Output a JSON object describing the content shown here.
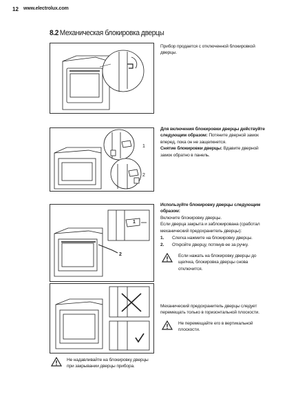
{
  "header": {
    "page_number": "12",
    "website": "www.electrolux.com"
  },
  "section": {
    "number": "8.2",
    "title": "Механическая блокировка дверцы"
  },
  "block1": {
    "text": "Прибор продается с отключенной блокировкой дверцы."
  },
  "block2": {
    "enable_label": "Для включения блокировки дверцы действуйте следующим образом:",
    "enable_text": "Потяните дверной замок вперед, пока он не защелкнется.",
    "disable_label": "Снятие блокировки дверцы:",
    "disable_text": "Вдавите дверной замок обратно в панель."
  },
  "block3": {
    "heading": "Используйте блокировку дверцы следующим образом:",
    "line1": "Включите блокировку дверцы.",
    "line2": "Если дверца закрыта и заблокирована (сработал механический предохранитель дверцы):",
    "steps": [
      {
        "num": "1.",
        "text": "Слегка нажмите на блокировку дверцы."
      },
      {
        "num": "2.",
        "text": "Откройте дверцу, потянув ее за ручку."
      }
    ],
    "warning": "Если нажать на блокировку дверцы до щелчка, блокировка дверцы снова отключится."
  },
  "block4": {
    "text": "Механический предохранитель дверцы следует перемещать только в горизонтальной плоскости.",
    "warning": "Не перемещайте его в вертикальной плоскости."
  },
  "bottom_warning": {
    "text": "Не надавливайте на блокировку дверцы при закрывании дверцы прибора."
  },
  "figures": {
    "fig2_labels": [
      "1",
      "2"
    ],
    "fig3_labels": [
      "1",
      "2"
    ]
  },
  "icons": {
    "warning": "warning-triangle-icon",
    "lock": "lock-icon",
    "unlock": "unlock-icon"
  },
  "colors": {
    "text": "#1a1a1a",
    "lines": "#222222"
  }
}
